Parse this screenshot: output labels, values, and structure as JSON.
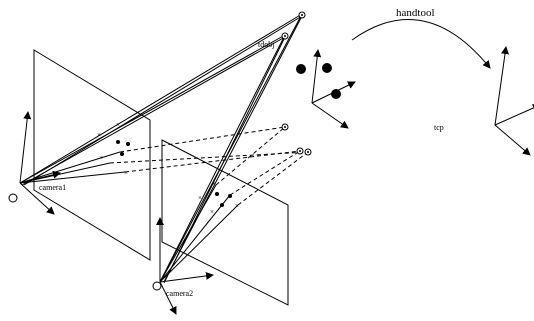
{
  "labels": {
    "handtool": "handtool",
    "tdobj": "tdobj",
    "tcp": "tcp",
    "camera1": "camera1",
    "camera2": "camera2"
  }
}
